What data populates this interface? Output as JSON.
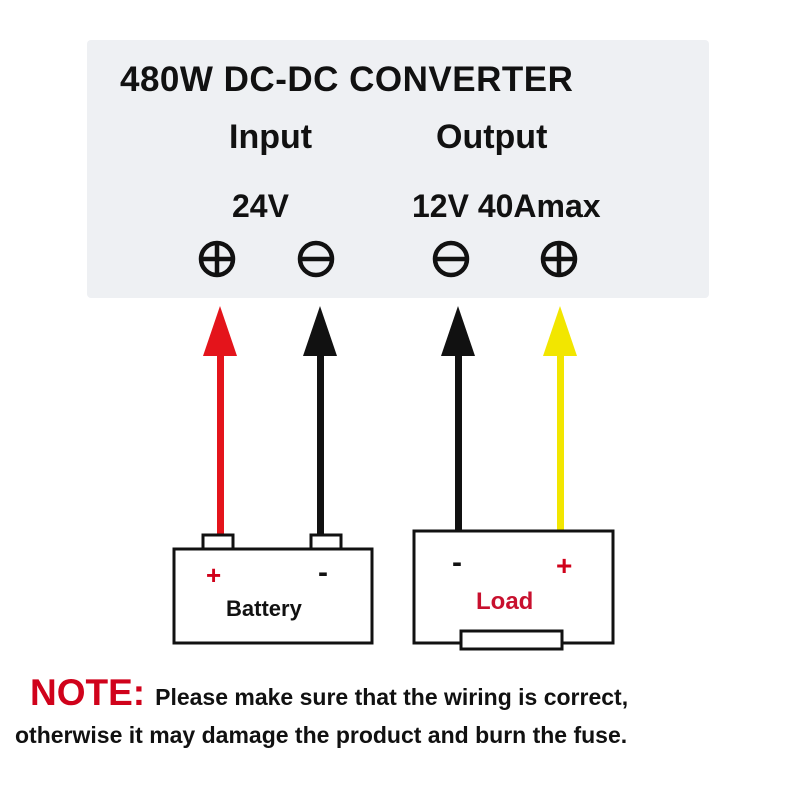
{
  "converter": {
    "title": "480W DC-DC  CONVERTER",
    "input_label": "Input",
    "output_label": "Output",
    "input_voltage": "24V",
    "output_rating": "12V 40Amax"
  },
  "battery": {
    "label": "Battery",
    "plus": "+",
    "minus": "-"
  },
  "load": {
    "label": "Load",
    "plus": "+",
    "minus": "-"
  },
  "note": {
    "heading": "NOTE:",
    "line1": "Please make sure that the wiring is correct,",
    "line2": "otherwise it may damage the product and burn the fuse."
  },
  "colors": {
    "red_wire": "#e4141b",
    "black_wire": "#111111",
    "yellow_wire": "#f2e600",
    "note_red": "#d0021b"
  }
}
